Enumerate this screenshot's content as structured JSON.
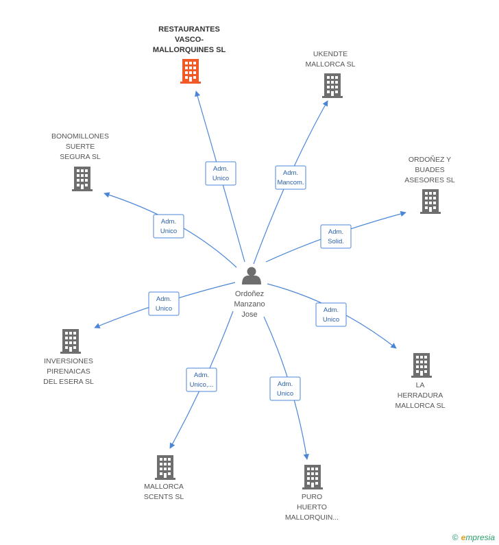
{
  "center": {
    "label_lines": [
      "Ordoñez",
      "Manzano",
      "Jose"
    ],
    "icon": "person-icon"
  },
  "companies": [
    {
      "id": "restaurantes",
      "lines": [
        "RESTAURANTES",
        "VASCO-",
        "MALLORQUINES SL"
      ],
      "highlight": true,
      "role": [
        "Adm.",
        "Unico"
      ]
    },
    {
      "id": "ukendte",
      "lines": [
        "UKENDTE",
        "MALLORCA SL"
      ],
      "highlight": false,
      "role": [
        "Adm.",
        "Mancom."
      ]
    },
    {
      "id": "bonomillones",
      "lines": [
        "BONOMILLONES",
        "SUERTE",
        "SEGURA SL"
      ],
      "highlight": false,
      "role": [
        "Adm.",
        "Unico"
      ]
    },
    {
      "id": "ordonez-buades",
      "lines": [
        "ORDOÑEZ Y",
        "BUADES",
        "ASESORES SL"
      ],
      "highlight": false,
      "role": [
        "Adm.",
        "Solid."
      ]
    },
    {
      "id": "inversiones",
      "lines": [
        "INVERSIONES",
        "PIRENAICAS",
        "DEL ESERA  SL"
      ],
      "highlight": false,
      "role": [
        "Adm.",
        "Unico"
      ]
    },
    {
      "id": "herradura",
      "lines": [
        "LA",
        "HERRADURA",
        "MALLORCA SL"
      ],
      "highlight": false,
      "role": [
        "Adm.",
        "Unico"
      ]
    },
    {
      "id": "scents",
      "lines": [
        "MALLORCA",
        "SCENTS SL"
      ],
      "highlight": false,
      "role": [
        "Adm.",
        "Unico,..."
      ]
    },
    {
      "id": "puro-huerto",
      "lines": [
        "PURO",
        "HUERTO",
        "MALLORQUIN..."
      ],
      "highlight": false,
      "role": [
        "Adm.",
        "Unico"
      ]
    }
  ],
  "colors": {
    "edge": "#4a86d8",
    "building": "#6e6e6e",
    "building_highlight": "#f05a28",
    "person": "#6e6e6e"
  },
  "footer": {
    "copyright": "©",
    "brand_initial": "e",
    "brand_rest": "mpresia"
  }
}
